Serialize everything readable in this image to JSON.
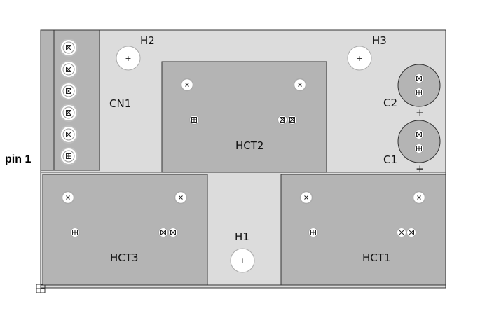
{
  "labels": {
    "pin1": "pin 1",
    "cn1": "CN1",
    "h1": "H1",
    "h2": "H2",
    "h3": "H3",
    "hct1": "HCT1",
    "hct2": "HCT2",
    "hct3": "HCT3",
    "c1": "C1",
    "c2": "C2",
    "c1_polarity": "+",
    "c2_polarity": "+",
    "hole_mark": "+"
  },
  "colors": {
    "board": "#dcdcdc",
    "component_body": "#b4b4b4",
    "outline": "#333333",
    "pad": "#ffffff",
    "pad_ring": "#bdbdbd",
    "mark": "#222222"
  },
  "connector_pins": 6,
  "pad_icons": {
    "connector": "square-x-pad-icon",
    "transformer_corner": "x-circle-pad-icon",
    "transformer_pin": "square-plus-pad-icon",
    "mounting_hole": "plus-circle-hole-icon"
  }
}
